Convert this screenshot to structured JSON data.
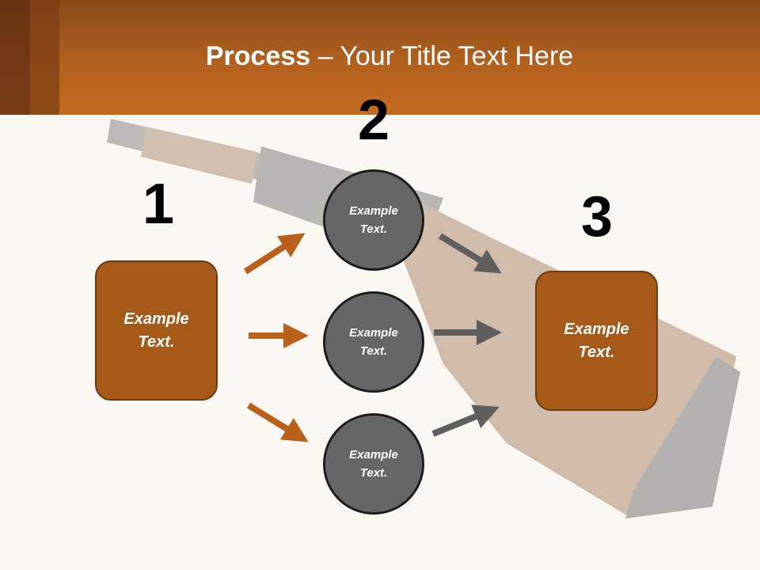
{
  "header": {
    "title_bold": "Process",
    "title_rest": " – Your Title Text Here"
  },
  "steps": {
    "step1_number": "1",
    "step2_number": "2",
    "step3_number": "3"
  },
  "nodes": {
    "left_box": "Example Text.",
    "circle_top": "Example Text.",
    "circle_middle": "Example Text.",
    "circle_bottom": "Example Text.",
    "right_box": "Example Text."
  },
  "colors": {
    "header": "#b2611f",
    "box_fill": "#a65a1a",
    "circle_fill": "#666666",
    "arrow_orange": "#b8601c",
    "arrow_gray": "#5f5f5f"
  }
}
